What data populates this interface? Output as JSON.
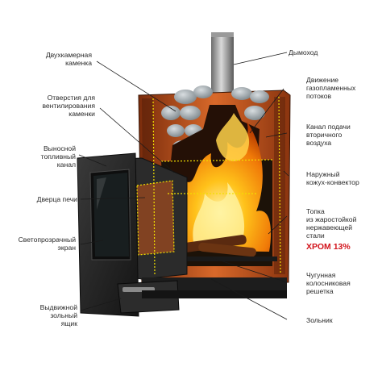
{
  "labels_left": [
    "Двухкамерная\nкаменка",
    "Отверстия для\nвентилирования\nкаменки",
    "Выносной\nтопливный\nканал",
    "Дверца печи",
    "Светопрозрачный\nэкран",
    "Выдвижной\nзольный\nящик"
  ],
  "labels_right": [
    "Дымоход",
    "Движение\nгазопламенных\nпотоков",
    "Канал подачи\nвторичного\nвоздуха",
    "Наружный\nкожух-конвектор",
    "Топка\nиз жаростойкой\nнержавеющей\nстали",
    "Чугунная\nколосниковая\nрешетка",
    "Зольник"
  ],
  "highlight_label": "ХРОМ 13%",
  "colors": {
    "label_text": "#2a2a2a",
    "highlight": "#d2141c",
    "copper": "#c8561c",
    "steel": "#2c2c2c",
    "flame": "#ffb000",
    "stone": "#9aa2a6"
  }
}
